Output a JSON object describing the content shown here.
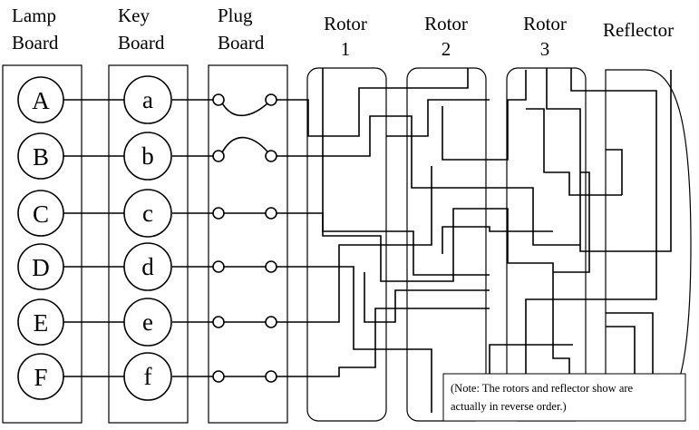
{
  "headers": {
    "lamp_board": [
      "Lamp",
      "Board"
    ],
    "key_board": [
      "Key",
      "Board"
    ],
    "plug_board": [
      "Plug",
      "Board"
    ],
    "rotor_1": [
      "Rotor",
      "1"
    ],
    "rotor_2": [
      "Rotor",
      "2"
    ],
    "rotor_3": [
      "Rotor",
      "3"
    ],
    "reflector": [
      "Reflector"
    ]
  },
  "lamps": [
    "A",
    "B",
    "C",
    "D",
    "E",
    "F"
  ],
  "keys": [
    "a",
    "b",
    "c",
    "d",
    "e",
    "f"
  ],
  "note": {
    "line1": "(Note: The rotors and reflector show are",
    "line2": "actually in reverse order.)"
  }
}
